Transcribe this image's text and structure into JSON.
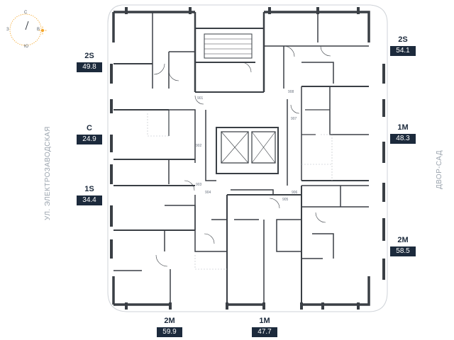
{
  "compass": {
    "north_label": "С",
    "east_label": "В",
    "south_label": "Ю",
    "west_label": "З",
    "sun_color": "#f4a62a"
  },
  "streets": {
    "left": "УЛ. ЭЛЕКТРОЗАВОДСКАЯ",
    "right": "ДВОР-САД"
  },
  "units": [
    {
      "id": "2s-left",
      "type": "2S",
      "area": "49.8"
    },
    {
      "id": "c-left",
      "type": "C",
      "area": "24.9"
    },
    {
      "id": "1s-left",
      "type": "1S",
      "area": "34.4"
    },
    {
      "id": "2s-right",
      "type": "2S",
      "area": "54.1"
    },
    {
      "id": "1m-right",
      "type": "1M",
      "area": "48.3"
    },
    {
      "id": "2m-right",
      "type": "2M",
      "area": "58.5"
    },
    {
      "id": "2m-bottom",
      "type": "2M",
      "area": "59.9"
    },
    {
      "id": "1m-bottom",
      "type": "1M",
      "area": "47.7"
    }
  ],
  "apartment_numbers": [
    "901",
    "902",
    "903",
    "904",
    "905",
    "906",
    "907",
    "908"
  ],
  "colors": {
    "wall": "#3a3f45",
    "tag_dark": "#1c2a3c",
    "street_text": "#9aa3ad"
  }
}
